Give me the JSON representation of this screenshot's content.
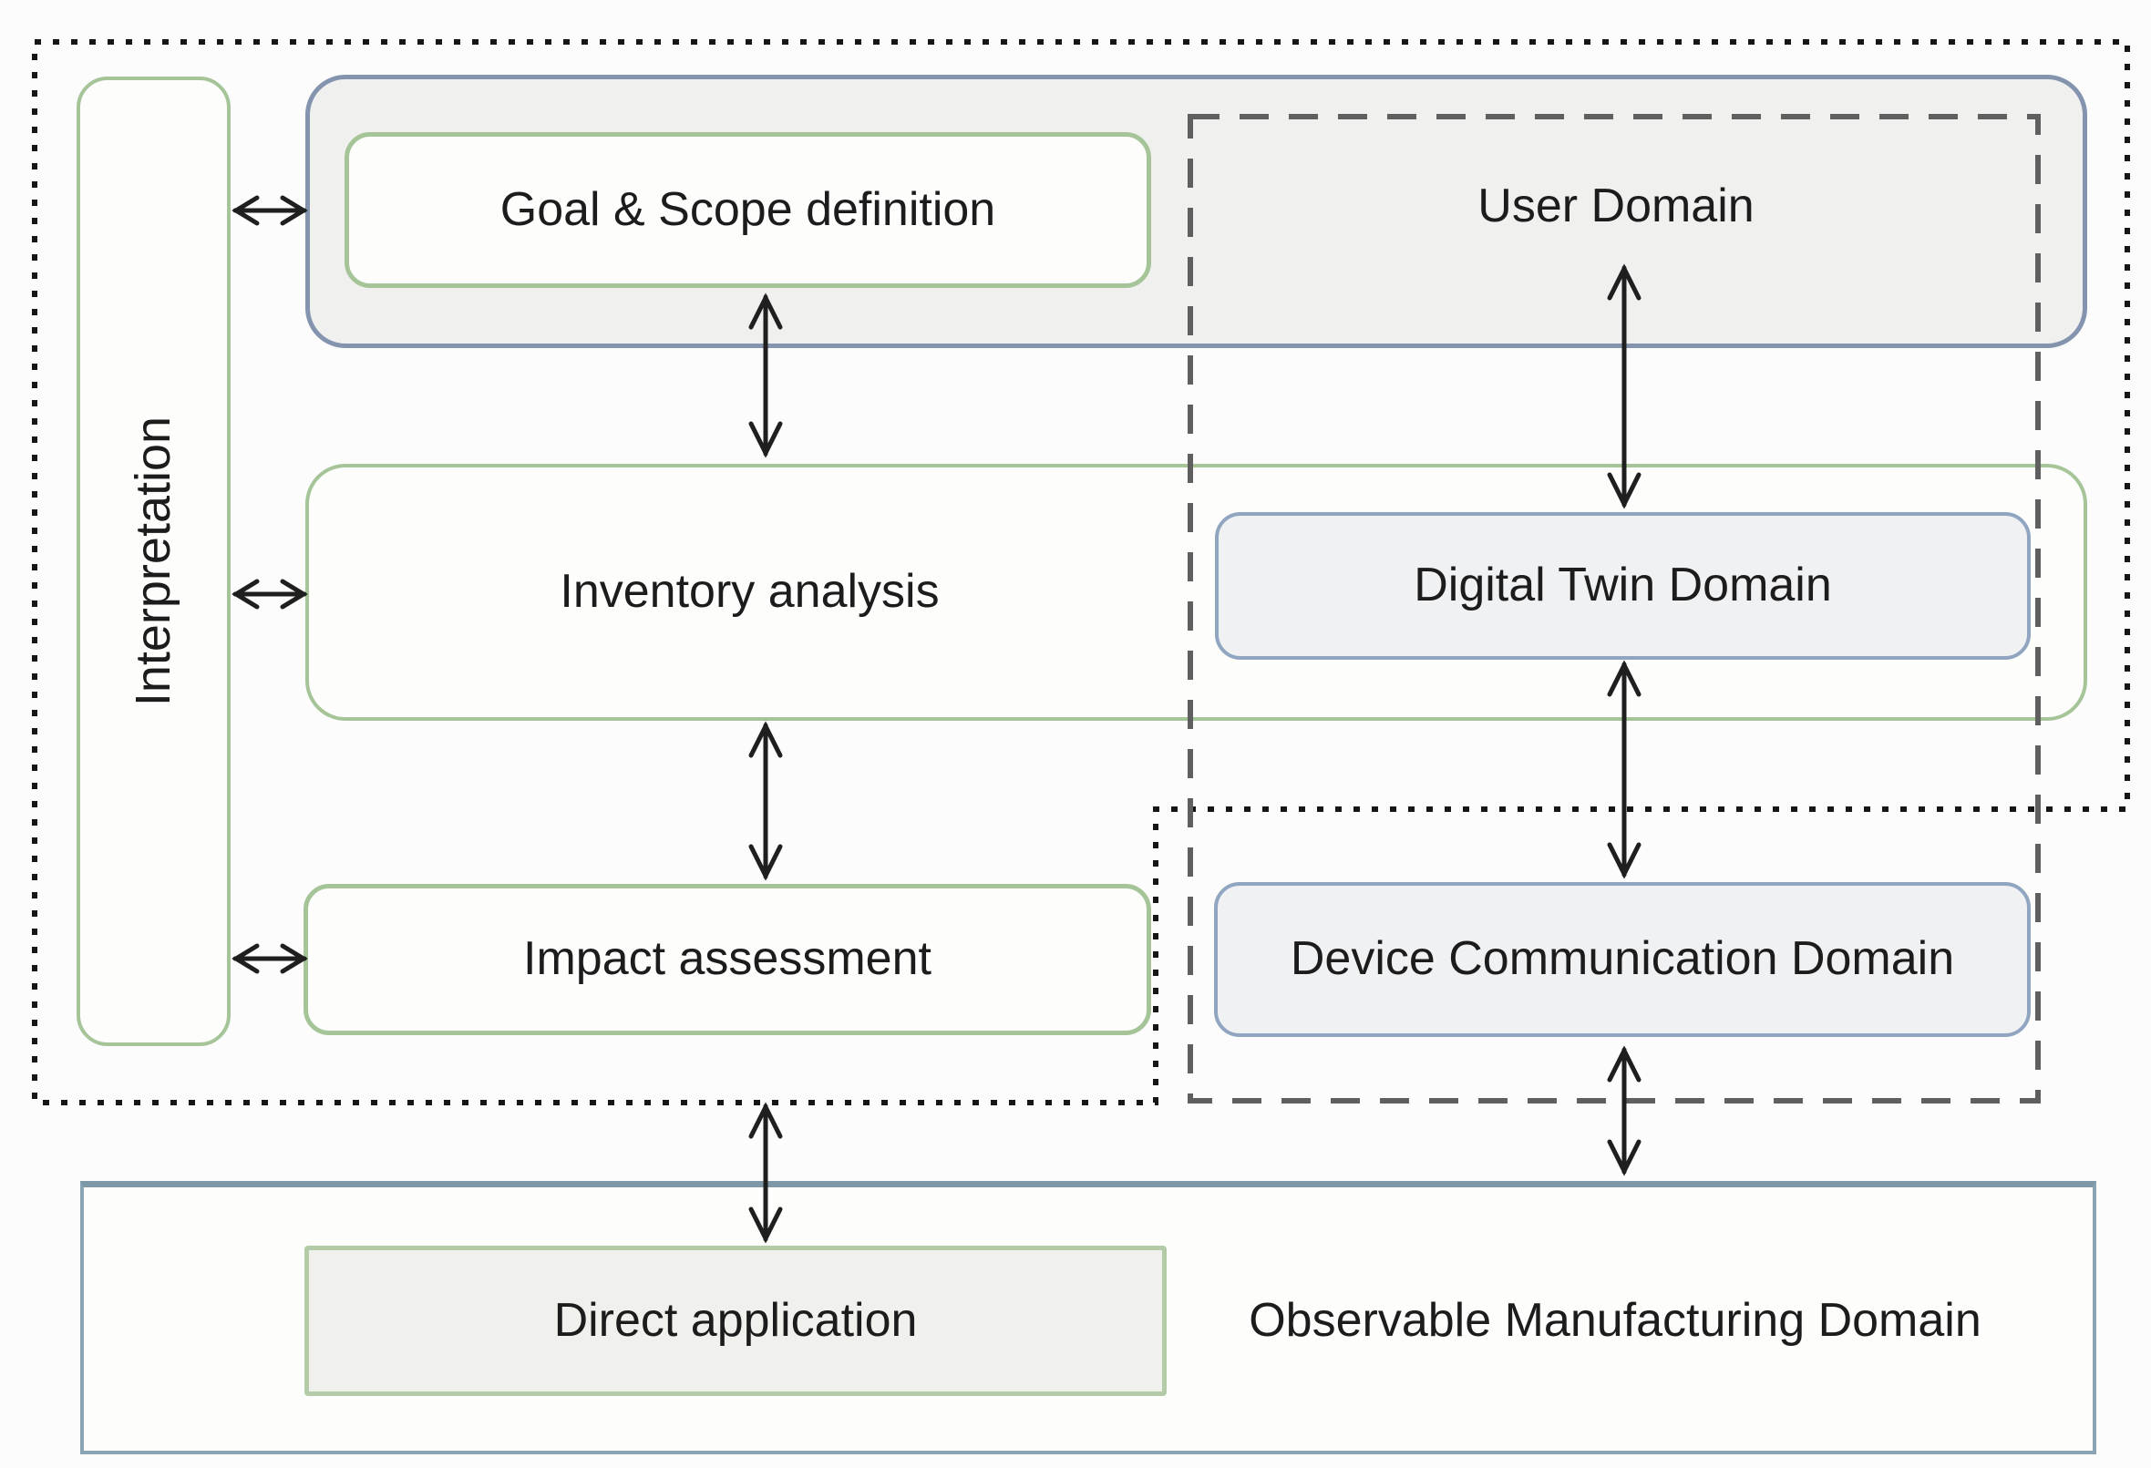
{
  "nodes": {
    "interpretation": "Interpretation",
    "goal_scope": "Goal & Scope definition",
    "inventory": "Inventory analysis",
    "impact": "Impact assessment",
    "direct_application": "Direct application",
    "user_domain": "User Domain",
    "digital_twin_domain": "Digital Twin Domain",
    "device_communication_domain": "Device Communication Domain",
    "observable_manufacturing_domain": "Observable Manufacturing Domain"
  },
  "colors": {
    "background": "#fcfcfc",
    "text": "#1c1c1c",
    "green_border": "#a5c497",
    "blue_border": "#8fa5c0",
    "container_blue_border": "#8494ae",
    "container_fill": "#f0f1ef",
    "white_fill": "#fdfdfc",
    "gray_fill": "#f0f1f3",
    "direct_fill": "#f0f0ed",
    "direct_border": "#b3cba6",
    "bottom_border": "#8ba4b4",
    "bottom_border_top": "#7e98a8",
    "dotted_line": "#161616",
    "dashed_line": "#5f5f5f",
    "arrow": "#1f1f1f"
  }
}
